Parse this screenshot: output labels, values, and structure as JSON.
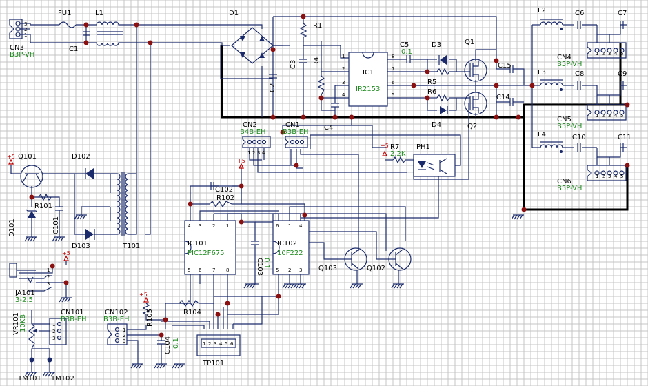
{
  "labels": {
    "cn3": "CN3",
    "cn3_val": "B3P-VH",
    "fu1": "FU1",
    "l1": "L1",
    "c1": "C1",
    "d1": "D1",
    "r1": "R1",
    "c3": "C3",
    "c2": "C2",
    "r4": "R4",
    "ic1": "IC1",
    "ic1_val": "IR2153",
    "c5": "C5",
    "c5_val": "0.1",
    "d3": "D3",
    "q1": "Q1",
    "r5": "R5",
    "r6": "R6",
    "d4": "D4",
    "q2": "Q2",
    "c4": "C4",
    "c15": "C15",
    "c14": "C14",
    "l2": "L2",
    "c6": "C6",
    "c7": "C7",
    "l3": "L3",
    "c8": "C8",
    "c9": "C9",
    "l4": "L4",
    "c10": "C10",
    "c11": "C11",
    "cn4": "CN4",
    "cn4_val": "B5P-VH",
    "cn5": "CN5",
    "cn5_val": "B5P-VH",
    "cn6": "CN6",
    "cn6_val": "B5P-VH",
    "cn2": "CN2",
    "cn2_val": "B4B-EH",
    "cn1": "CN1",
    "cn1_val": "B3B-EH",
    "r7": "R7",
    "r7_val": "2.2K",
    "ph1": "PH1",
    "q101": "Q101",
    "d102": "D102",
    "r101": "R101",
    "d101": "D101",
    "c101": "C101",
    "d103": "D103",
    "t101": "T101",
    "c102": "C102",
    "r102": "R102",
    "ic101": "IC101",
    "ic101_val": "PIC12F675",
    "c103": "C103",
    "c103_val": "0.1",
    "ic102": "IC102",
    "ic102_val": "10F222",
    "q103": "Q103",
    "q102": "Q102",
    "ja101": "JA101",
    "ja101_val": "3-2.5",
    "vr101": "VR101",
    "vr101_val": "10KB",
    "cn101": "CN101",
    "cn101_val": "B3B-EH",
    "cn102": "CN102",
    "cn102_val": "B3B-EH",
    "r105": "R105",
    "r104": "R104",
    "c104": "C104",
    "c104_val": "0.1",
    "tp101": "TP101",
    "tm101": "TM101",
    "tm102": "TM102",
    "plus5": "+5"
  },
  "pins": {
    "n1": "1",
    "n2": "2",
    "n3": "3",
    "n4": "4",
    "n5": "5",
    "n6": "6",
    "n7": "7",
    "n8": "8"
  },
  "colors": {
    "wire": "#1a2a6a",
    "junction": "#8b1010",
    "value_text": "#1e8a1e",
    "power_text": "#c00000",
    "grid": "#c4c4c4",
    "bus": "#000000"
  }
}
